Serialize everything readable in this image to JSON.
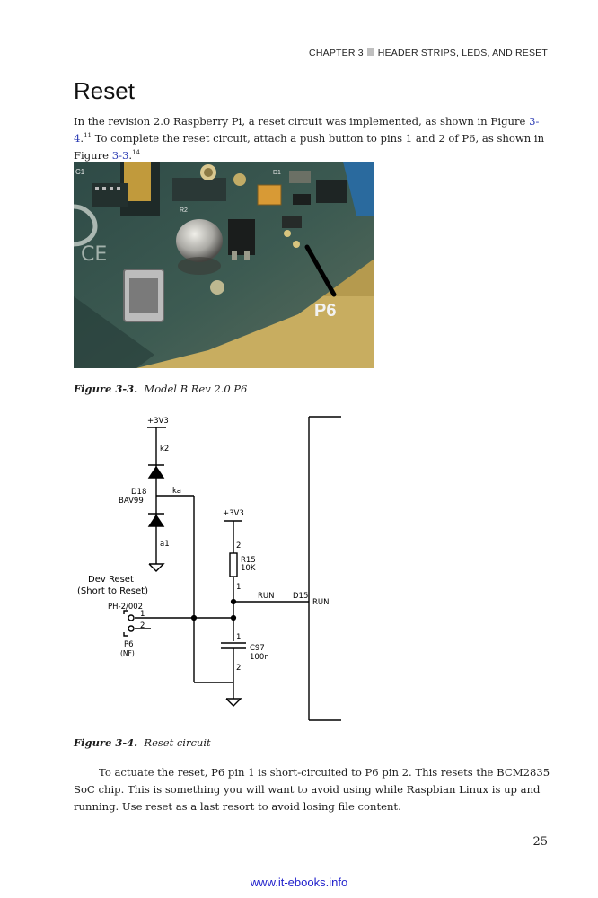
{
  "header": {
    "chapter": "CHAPTER 3",
    "title": "HEADER STRIPS, LEDS, AND RESET"
  },
  "section": {
    "title": "Reset"
  },
  "intro": {
    "text1": "In the revision 2.0 Raspberry Pi, a reset circuit was implemented, as shown in Figure ",
    "ref1": "3-4",
    "fn1": "11",
    "text2": " To complete the reset circuit, attach a push button to pins 1 and 2 of P6, as shown in Figure ",
    "ref2": "3-3",
    "fn2": "14"
  },
  "figure1": {
    "label": "Figure 3-3.",
    "caption": "Model B Rev 2.0 P6",
    "photo_text": {
      "p6": "P6",
      "c1": "C1",
      "r2": "R2",
      "d1": "D1"
    }
  },
  "figure2": {
    "label": "Figure 3-4.",
    "caption": "Reset circuit",
    "labels": {
      "vcc_top": "+3V3",
      "k2": "k2",
      "d18": "D18",
      "bav99": "BAV99",
      "ka": "ka",
      "a1": "a1",
      "vcc_mid": "+3V3",
      "r15_pin2": "2",
      "r15": "R15",
      "r15_val": "10K",
      "r15_pin1": "1",
      "run_wire": "RUN",
      "d15": "D15",
      "run_pin": "RUN",
      "dev_reset": "Dev Reset",
      "short_to_reset": "(Short to Reset)",
      "ph": "PH-2/002",
      "p6_pin1": "1",
      "p6_pin2": "2",
      "p6": "P6",
      "nf": "(NF)",
      "c97_pin1": "1",
      "c97": "C97",
      "c97_val": "100n",
      "c97_pin2": "2"
    }
  },
  "body": {
    "paragraph": "To actuate the reset, P6 pin 1 is short-circuited to P6 pin 2. This resets the BCM2835 SoC chip. This is something you will want to avoid using while Raspbian Linux is up and running. Use reset as a last resort to avoid losing file content."
  },
  "page_number": "25",
  "footer": {
    "link": "www.it-ebooks.info"
  }
}
